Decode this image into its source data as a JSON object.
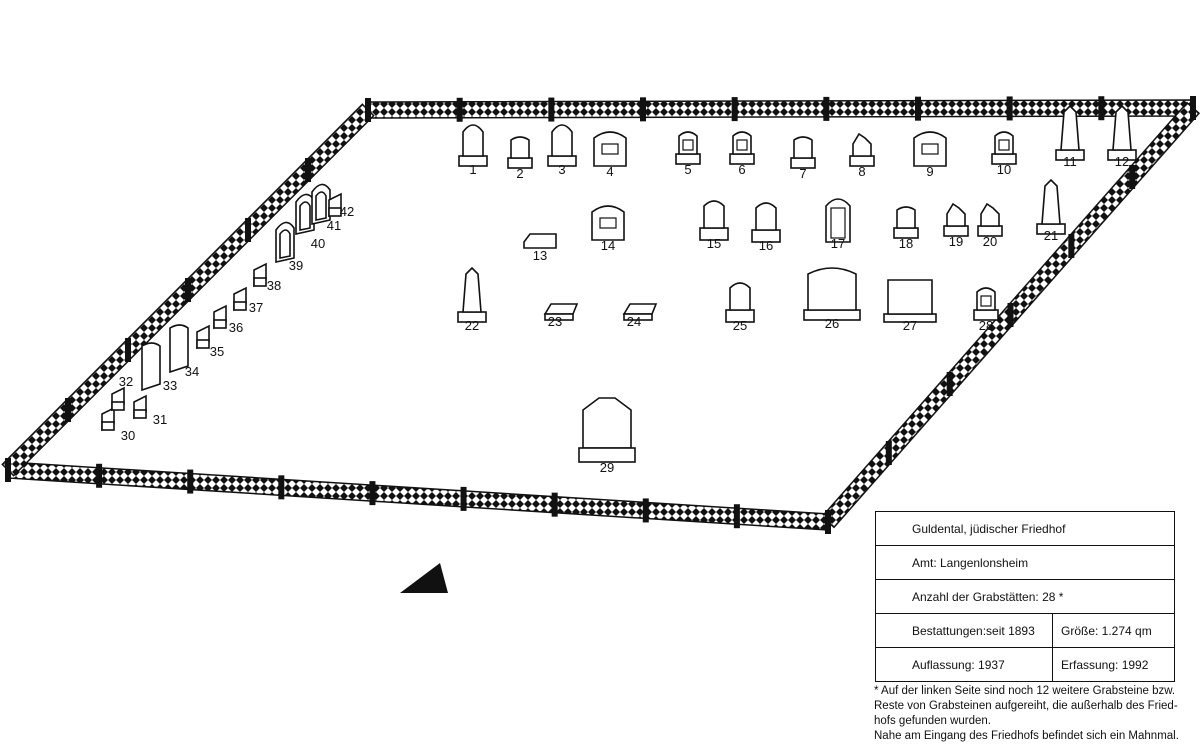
{
  "map": {
    "graves": [
      {
        "label": "1",
        "shape": "pointed"
      },
      {
        "label": "2",
        "shape": "small"
      },
      {
        "label": "3",
        "shape": "pointed"
      },
      {
        "label": "4",
        "shape": "arch-panel"
      },
      {
        "label": "5",
        "shape": "arch-small"
      },
      {
        "label": "6",
        "shape": "arch-small"
      },
      {
        "label": "7",
        "shape": "small"
      },
      {
        "label": "8",
        "shape": "peak"
      },
      {
        "label": "9",
        "shape": "arch-panel"
      },
      {
        "label": "10",
        "shape": "arch-small"
      },
      {
        "label": "11",
        "shape": "obelisk"
      },
      {
        "label": "12",
        "shape": "obelisk"
      },
      {
        "label": "13",
        "shape": "low-block"
      },
      {
        "label": "14",
        "shape": "arch-panel"
      },
      {
        "label": "15",
        "shape": "arch"
      },
      {
        "label": "16",
        "shape": "arch"
      },
      {
        "label": "17",
        "shape": "arch-tall"
      },
      {
        "label": "18",
        "shape": "small"
      },
      {
        "label": "19",
        "shape": "peak"
      },
      {
        "label": "20",
        "shape": "peak"
      },
      {
        "label": "21",
        "shape": "obelisk"
      },
      {
        "label": "22",
        "shape": "obelisk"
      },
      {
        "label": "23",
        "shape": "slab"
      },
      {
        "label": "24",
        "shape": "slab"
      },
      {
        "label": "25",
        "shape": "arch"
      },
      {
        "label": "26",
        "shape": "wide-arch"
      },
      {
        "label": "27",
        "shape": "wide-flat"
      },
      {
        "label": "28",
        "shape": "arch-small"
      },
      {
        "label": "29",
        "shape": "monument"
      },
      {
        "label": "30",
        "shape": "side"
      },
      {
        "label": "31",
        "shape": "side"
      },
      {
        "label": "32",
        "shape": "side"
      },
      {
        "label": "33",
        "shape": "side-tall"
      },
      {
        "label": "34",
        "shape": "side-tall"
      },
      {
        "label": "35",
        "shape": "side"
      },
      {
        "label": "36",
        "shape": "side"
      },
      {
        "label": "37",
        "shape": "side"
      },
      {
        "label": "38",
        "shape": "side"
      },
      {
        "label": "39",
        "shape": "side-arch"
      },
      {
        "label": "40",
        "shape": "side-arch"
      },
      {
        "label": "41",
        "shape": "side-arch"
      },
      {
        "label": "42",
        "shape": "side"
      }
    ]
  },
  "info": {
    "title": "Guldental, jüdischer Friedhof",
    "amt": "Amt: Langenlonsheim",
    "anzahl": "Anzahl der Grabstätten: 28 *",
    "bestattungen": "Bestattungen:seit 1893",
    "groesse": "Größe: 1.274 qm",
    "auflassung": "Auflassung: 1937",
    "erfassung": "Erfassung: 1992"
  },
  "footnote": {
    "line1": "* Auf der linken Seite sind noch 12 weitere Grabsteine bzw.",
    "line2": "Reste von Grabsteinen aufgereiht, die außerhalb des Fried-",
    "line3": "hofs gefunden wurden.",
    "line4": "Nahe am Eingang des Friedhofs befindet sich ein Mahnmal."
  }
}
